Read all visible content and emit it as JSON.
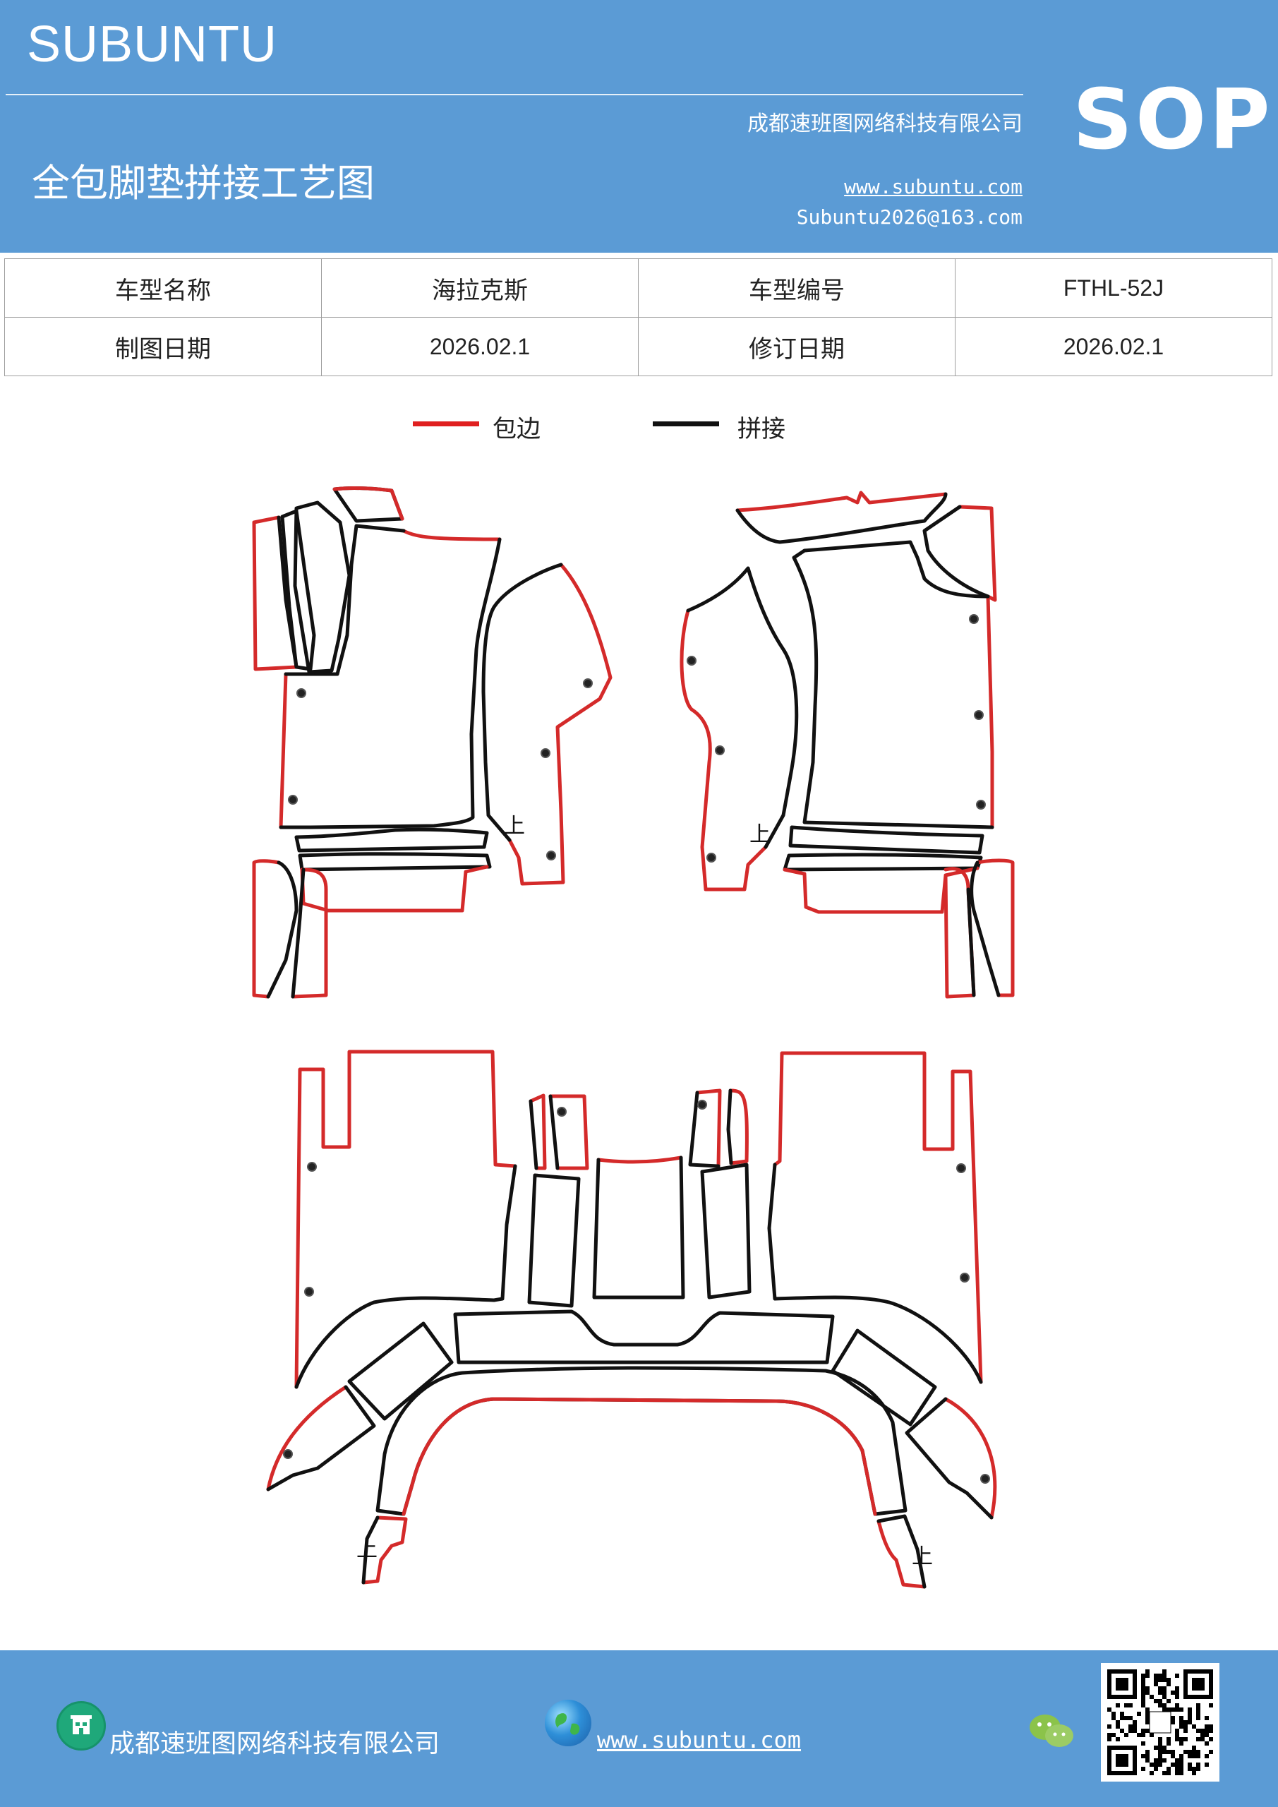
{
  "header": {
    "brand": "SUBUNTU",
    "company": "成都速班图网络科技有限公司",
    "title": "全包脚垫拼接工艺图",
    "website": "www.subuntu.com",
    "email": "Subuntu2026@163.com",
    "badge": "SOP"
  },
  "info": {
    "model_name_label": "车型名称",
    "model_name_value": "海拉克斯",
    "model_code_label": "车型编号",
    "model_code_value": "FTHL-52J",
    "draw_date_label": "制图日期",
    "draw_date_value": "2026.02.1",
    "revise_date_label": "修订日期",
    "revise_date_value": "2026.02.1"
  },
  "legend": {
    "edge_label": "包边",
    "edge_color": "#e02020",
    "splice_label": "拼接",
    "splice_color": "#111111"
  },
  "diagram": {
    "up_mark": "上"
  },
  "footer": {
    "company": "成都速班图网络科技有限公司",
    "website": "www.subuntu.com",
    "icons": [
      "building-icon",
      "globe-icon",
      "wechat-icon",
      "qr-code"
    ]
  }
}
